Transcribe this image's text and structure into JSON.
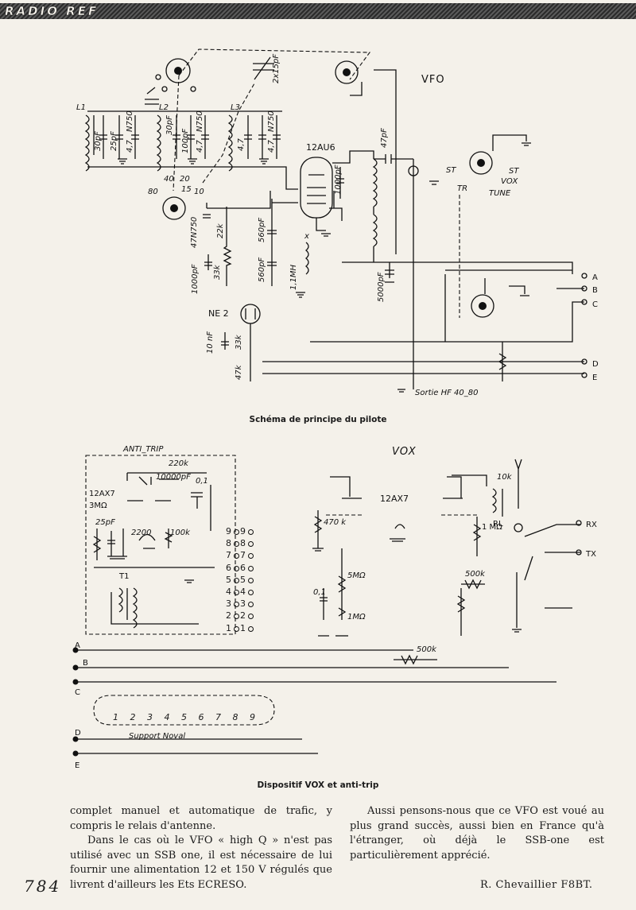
{
  "header": {
    "title": "RADIO REF"
  },
  "figure1": {
    "caption": "Schéma de principe du pilote",
    "labels": {
      "vfo": "VFO",
      "tube": "12AU6",
      "l1": "L1",
      "l2": "L2",
      "l3": "L3",
      "c_var": "2x15pF",
      "c_30": "30pF",
      "c_25": "25pF",
      "c_n750": "N750",
      "c_4_7": "4,7",
      "c_100": "100pF",
      "c_47pf": "47pF",
      "c_1000pf": "1000pF",
      "c_5000pf": "5000pF",
      "c_47n750": "47N750",
      "c_560a": "560pF",
      "c_560b": "560pF",
      "c_1000b": "1000pF",
      "r_22k": "22k",
      "r_33k": "33k",
      "r_33k2": "33k",
      "r_47k": "47k",
      "l_11mh": "1,1MH",
      "ne2": "NE 2",
      "c_10nf": "10 nF",
      "sw_80": "80",
      "sw_40": "40",
      "sw_20": "20",
      "sw_15": "15",
      "sw_10": "10",
      "st1": "ST",
      "st2": "ST",
      "tr": "TR",
      "vox": "VOX",
      "tune": "TUNE",
      "x": "x",
      "term_a": "A",
      "term_b": "B",
      "term_c": "C",
      "term_d": "D",
      "term_e": "E",
      "sortie": "Sortie HF 40_80"
    }
  },
  "figure2": {
    "caption": "Dispositif VOX et anti-trip",
    "labels": {
      "anti_trip": "ANTI_TRIP",
      "vox": "VOX",
      "tube_a": "12AX7",
      "tube_b": "12AX7",
      "r_3m": "3MΩ",
      "r_220k": "220k",
      "c_10000": "10000pF",
      "c_01a": "0,1",
      "c_25pf": "25pF",
      "r_2200": "2200",
      "r_100k": "100k",
      "t1": "T1",
      "r_470k": "470 k",
      "r_5m": "5MΩ",
      "c_01b": "0,1",
      "r_1m": "1MΩ",
      "r_1mb": "1 MΩ",
      "r_500k": "500k",
      "r_500k2": "500k",
      "r_10k": "10k",
      "rl": "RL",
      "rx": "RX",
      "tx": "TX",
      "support": "Support Noval",
      "term_a": "A",
      "term_b": "B",
      "term_c": "C",
      "term_d": "D",
      "term_e": "E",
      "pins": [
        "1",
        "2",
        "3",
        "4",
        "5",
        "6",
        "7",
        "8",
        "9"
      ]
    }
  },
  "text": {
    "left_p1": "complet manuel et automatique de trafic, y compris le relais d'antenne.",
    "left_p2": "Dans le cas où le VFO « high Q » n'est pas utilisé avec un SSB one, il est nécessaire de lui fournir une alimentation 12 et 150 V régulés que livrent d'ailleurs les Ets ECRESO.",
    "right_p1": "Aussi pensons-nous que ce VFO est voué au plus grand succès, aussi bien en France qu'à l'étranger, où déjà le SSB-one est particulièrement apprécié."
  },
  "footer": {
    "page_number": "784",
    "signature": "R. Chevaillier F8BT."
  }
}
